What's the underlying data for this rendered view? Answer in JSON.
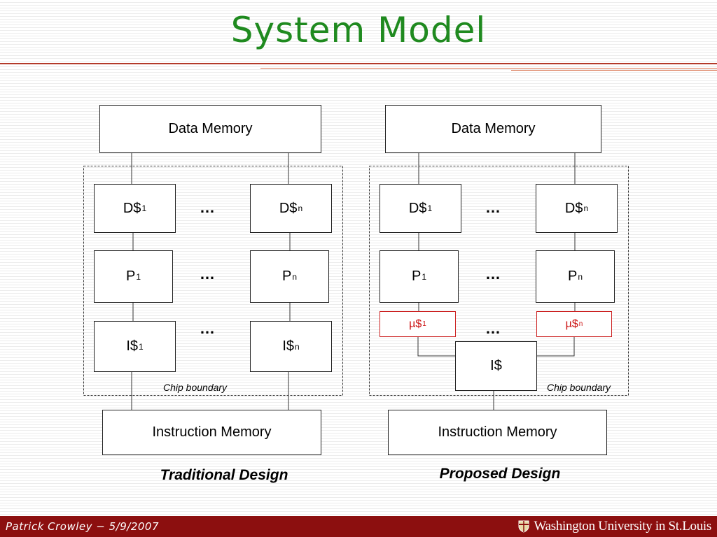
{
  "slide": {
    "title": "System Model"
  },
  "colors": {
    "title": "#1f8a1f",
    "accent_rule": "#b33a2a",
    "footer_bg": "#8c0f0f",
    "micro_cache": "#cc1111"
  },
  "traditional": {
    "data_memory": "Data Memory",
    "dcache_1": "D$",
    "dcache_n": "D$",
    "proc_1": "P",
    "proc_n": "P",
    "icache_1": "I$",
    "icache_n": "I$",
    "sub_1": "1",
    "sub_n": "n",
    "dots": "…",
    "chip_boundary": "Chip boundary",
    "instruction_memory": "Instruction Memory",
    "caption": "Traditional Design"
  },
  "proposed": {
    "data_memory": "Data Memory",
    "dcache_1": "D$",
    "dcache_n": "D$",
    "proc_1": "P",
    "proc_n": "P",
    "ucache_1": "µ$",
    "ucache_n": "µ$",
    "shared_icache": "I$",
    "sub_1": "1",
    "sub_n": "n",
    "dots": "…",
    "chip_boundary": "Chip boundary",
    "instruction_memory": "Instruction Memory",
    "caption": "Proposed Design"
  },
  "footer": {
    "author_date": "Patrick Crowley − 5/9/2007",
    "university": "Washington University in St.Louis",
    "shield_icon": "university-shield-icon"
  }
}
